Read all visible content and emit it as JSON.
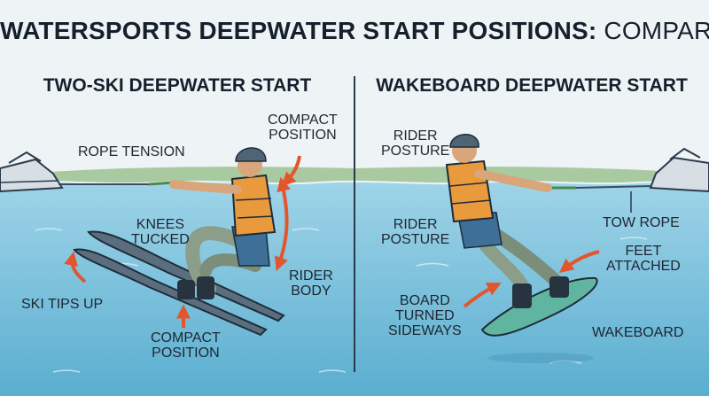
{
  "title": {
    "main": "WATERSPORTS DEEPWATER START POSITIONS:",
    "sub": "COMPARISON"
  },
  "left_panel": {
    "title": "TWO-SKI DEEPWATER START",
    "labels": {
      "rope_tension": "ROPE TENSION",
      "compact_position_top": "COMPACT\nPOSITION",
      "knees_tucked": "KNEES\nTUCKED",
      "ski_tips_up": "SKI TIPS UP",
      "rider_body": "RIDER\nBODY",
      "compact_position_bottom": "COMPACT\nPOSITION"
    }
  },
  "right_panel": {
    "title": "WAKEBOARD DEEPWATER START",
    "labels": {
      "rider_posture_top": "RIDER\nPOSTURE",
      "rider_posture_mid": "RIDER\nPOSTURE",
      "tow_rope": "TOW ROPE",
      "feet_attached": "FEET\nATTACHED",
      "board_turned_sideways": "BOARD\nTURNED\nSIDEWAYS",
      "wakeboard": "WAKEBOARD"
    }
  },
  "colors": {
    "water": "#7fc3dd",
    "sky": "#eef4f6",
    "shore": "#a9c9a0",
    "vest": "#e89a3c",
    "helmet": "#4f6575",
    "shorts": "#3d6f98",
    "arrow": "#e2562e",
    "divider": "#2b3a4b"
  }
}
